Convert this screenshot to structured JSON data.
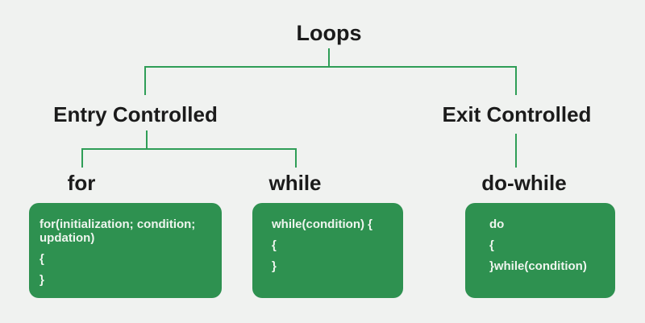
{
  "colors": {
    "background": "#f0f2f0",
    "connector_green": "#2f9e57",
    "box_green": "#2e9150",
    "heading_text": "#1b1b1b",
    "code_text": "#eef5ee"
  },
  "diagram": {
    "root": {
      "label": "Loops"
    },
    "branches": [
      {
        "label": "Entry Controlled"
      },
      {
        "label": "Exit Controlled"
      }
    ],
    "leaves": [
      {
        "label": "for",
        "code_lines": [
          "for(initialization; condition;",
          "updation)",
          "{",
          "}"
        ]
      },
      {
        "label": "while",
        "code_lines": [
          "while(condition) {",
          "{",
          "}"
        ]
      },
      {
        "label": "do-while",
        "code_lines": [
          "do",
          "{",
          "}while(condition)"
        ]
      }
    ]
  }
}
